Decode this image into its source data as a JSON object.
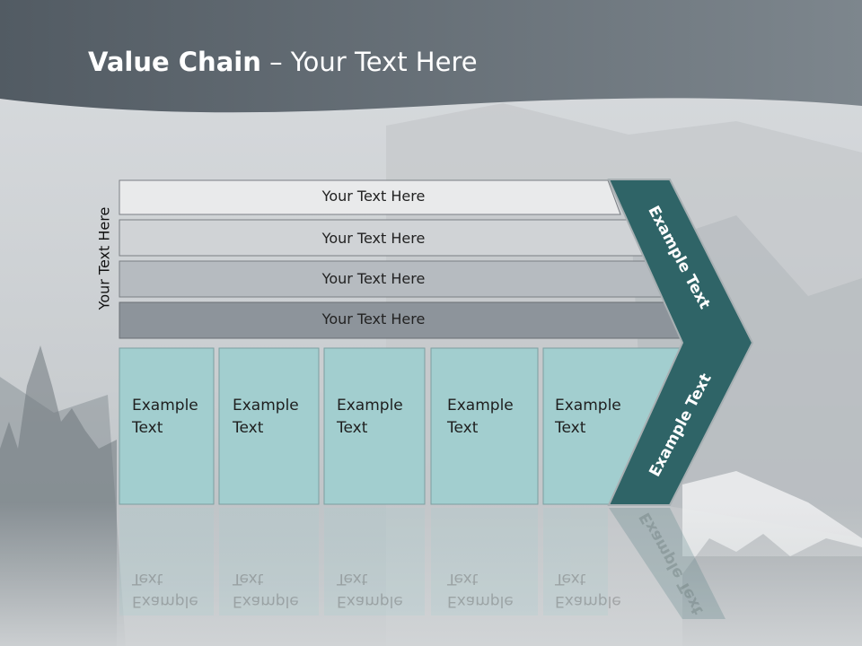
{
  "title": {
    "bold": "Value Chain",
    "rest": " – Your Text Here"
  },
  "side_label": "Your Text Here",
  "bars": [
    {
      "label": "Your Text Here",
      "fill": "#e9eaeb"
    },
    {
      "label": "Your Text Here",
      "fill": "#d0d3d6"
    },
    {
      "label": "Your Text Here",
      "fill": "#b6bbc0"
    },
    {
      "label": "Your Text Here",
      "fill": "#8d949b"
    }
  ],
  "columns": [
    {
      "line1": "Example",
      "line2": "Text"
    },
    {
      "line1": "Example",
      "line2": "Text"
    },
    {
      "line1": "Example",
      "line2": "Text"
    },
    {
      "line1": "Example",
      "line2": "Text"
    },
    {
      "line1": "Example",
      "line2": "Text"
    }
  ],
  "chevron": {
    "upper": "Example Text",
    "lower": "Example Text",
    "fill": "#2f6467"
  },
  "colors": {
    "header": "#5f6870",
    "column_fill": "#a2cecf"
  }
}
